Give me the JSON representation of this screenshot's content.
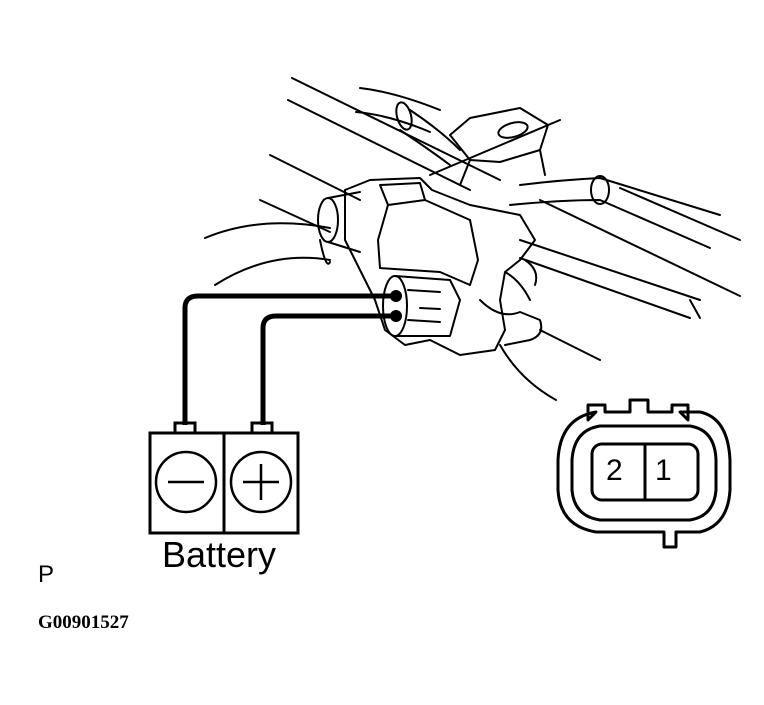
{
  "labels": {
    "battery": "Battery",
    "corner_letter": "P",
    "figure_code": "G00901527"
  },
  "battery": {
    "negative_symbol": "minus-terminal-icon",
    "positive_symbol": "plus-terminal-icon"
  },
  "connector": {
    "pin_left": "2",
    "pin_right": "1"
  },
  "colors": {
    "line": "#000000",
    "background": "#ffffff"
  }
}
